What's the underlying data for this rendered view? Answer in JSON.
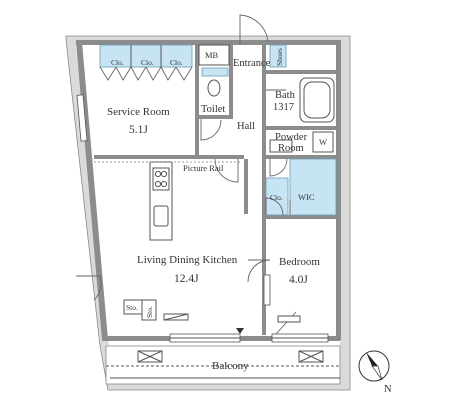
{
  "colors": {
    "wall": "#8c8c8c",
    "outer_band": "#dadada",
    "storage_blue": "#c6e4f3",
    "line": "#555555",
    "text": "#333333"
  },
  "rooms": {
    "service_room": {
      "name": "Service Room",
      "size": "5.1J"
    },
    "living": {
      "name": "Living Dining Kitchen",
      "size": "12.4J"
    },
    "bedroom": {
      "name": "Bedroom",
      "size": "4.0J"
    },
    "bath": {
      "name": "Bath",
      "size": "1317"
    },
    "powder": {
      "line1": "Powder",
      "line2": "Room"
    }
  },
  "labels": {
    "toilet": "Toilet",
    "hall": "Hall",
    "entrance": "Entrance",
    "mb": "MB",
    "picture_rail": "Picture Rail",
    "wic": "WIC",
    "balcony": "Balcony",
    "shoes": "Shoes",
    "clo": "Clo.",
    "w": "W",
    "sto": "Sto.",
    "north": "N"
  },
  "closets": [
    "Clo.",
    "Clo.",
    "Clo."
  ]
}
